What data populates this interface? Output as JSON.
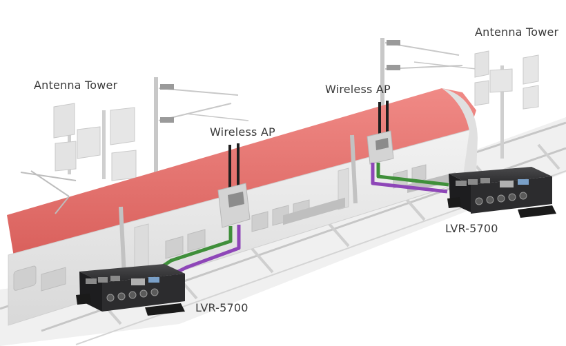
{
  "labels": {
    "antenna_tower_left": "Antenna Tower",
    "antenna_tower_right": "Antenna Tower",
    "wireless_ap_left": "Wireless AP",
    "wireless_ap_right": "Wireless AP",
    "lvr_left": "LVR-5700",
    "lvr_right": "LVR-5700"
  },
  "colors": {
    "train_roof": "#e8706c",
    "train_body": "#e9e9e9",
    "cable_green": "#3f8f3a",
    "cable_purple": "#8e46b8",
    "device_body": "#2c2c2e",
    "ap_box": "#cfcfcf",
    "track": "#bdbdbd"
  }
}
